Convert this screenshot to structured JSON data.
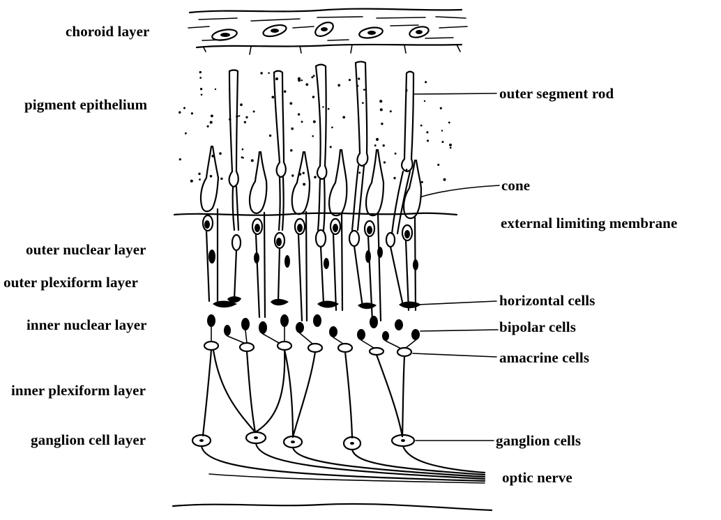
{
  "labels_left": {
    "choroid_layer": "choroid layer",
    "pigment_epithelium": "pigment epithelium",
    "outer_nuclear_layer": "outer nuclear layer",
    "outer_plexiform_layer": "outer plexiform layer",
    "inner_nuclear_layer": "inner nuclear layer",
    "inner_plexiform_layer": "inner plexiform layer",
    "ganglion_cell_layer": "ganglion cell layer"
  },
  "labels_right": {
    "outer_segment_rod": "outer segment rod",
    "cone": "cone",
    "external_limiting_membrane": "external limiting membrane",
    "horizontal_cells": "horizontal cells",
    "bipolar_cells": "bipolar cells",
    "amacrine_cells": "amacrine cells",
    "ganglion_cells": "ganglion cells",
    "optic_nerve": "optic nerve"
  },
  "ink_color": "#000000"
}
